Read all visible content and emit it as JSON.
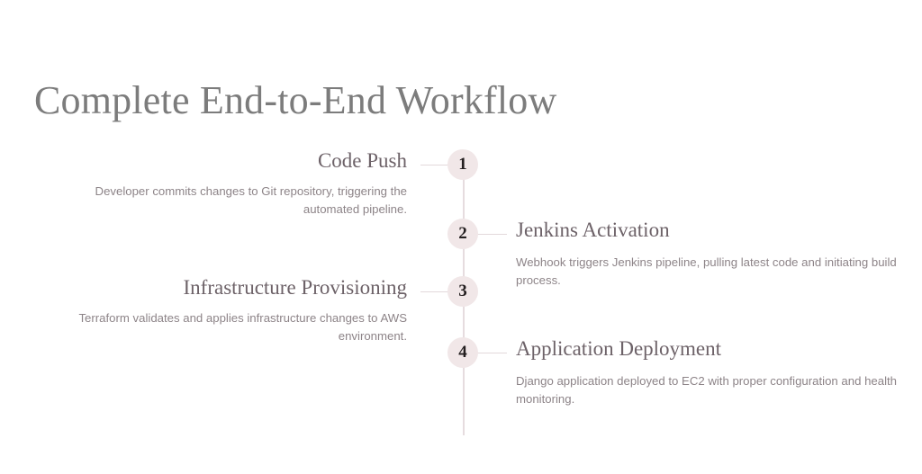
{
  "title": "Complete End-to-End Workflow",
  "theme": {
    "background": "#ffffff",
    "title_color": "#7c7c7c",
    "node_fill": "#f1e7e8",
    "node_number_color": "#241f20",
    "axis_color": "#e6dcdf",
    "connector_color": "#e3d8db",
    "step_title_color": "#6d6268",
    "step_desc_color": "#8d8488"
  },
  "timeline": {
    "orientation": "vertical",
    "steps": [
      {
        "number": "1",
        "title": "Code Push",
        "description": "Developer commits changes to Git repository, triggering the automated pipeline.",
        "side": "left"
      },
      {
        "number": "2",
        "title": "Jenkins Activation",
        "description": "Webhook triggers Jenkins pipeline, pulling latest code and initiating build process.",
        "side": "right"
      },
      {
        "number": "3",
        "title": "Infrastructure Provisioning",
        "description": "Terraform validates and applies infrastructure changes to AWS environment.",
        "side": "left"
      },
      {
        "number": "4",
        "title": "Application Deployment",
        "description": "Django application deployed to EC2 with proper configuration and health monitoring.",
        "side": "right"
      }
    ]
  }
}
